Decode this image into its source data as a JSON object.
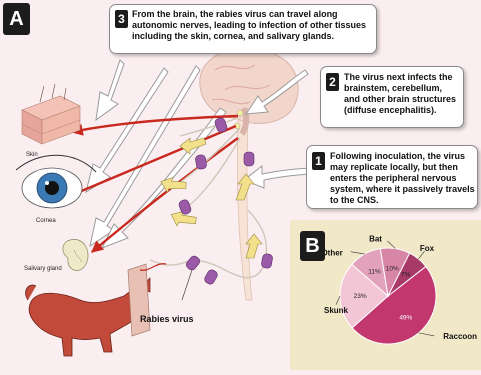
{
  "panel_a": {
    "letter": "A",
    "callouts": [
      {
        "number": "3",
        "text": "From the brain, the rabies virus can travel along autonomic nerves, leading to infection of other tissues including the skin, cornea, and salivary glands."
      },
      {
        "number": "2",
        "text": "The virus next infects the brainstem, cerebellum, and other brain structures (diffuse encephalitis)."
      },
      {
        "number": "1",
        "text": "Following inoculation, the virus may replicate locally, but then enters the peripheral nervous system, where it passively travels to the CNS."
      }
    ],
    "labels": {
      "skin": "Skin",
      "cornea": "Cornea",
      "salivary_gland": "Salivary gland",
      "rabies_virus": "Rabies virus"
    }
  },
  "panel_b": {
    "letter": "B"
  },
  "chart_data": {
    "type": "pie",
    "categories": [
      "Raccoon",
      "Skunk",
      "Other",
      "Bat",
      "Fox"
    ],
    "values": [
      49,
      23,
      11,
      10,
      7
    ],
    "value_labels": [
      "49%",
      "23%",
      "11%",
      "10%",
      "7%"
    ],
    "colors": [
      "#c2386e",
      "#f3c6d6",
      "#e3a2bb",
      "#d886a6",
      "#a83a68"
    ]
  }
}
